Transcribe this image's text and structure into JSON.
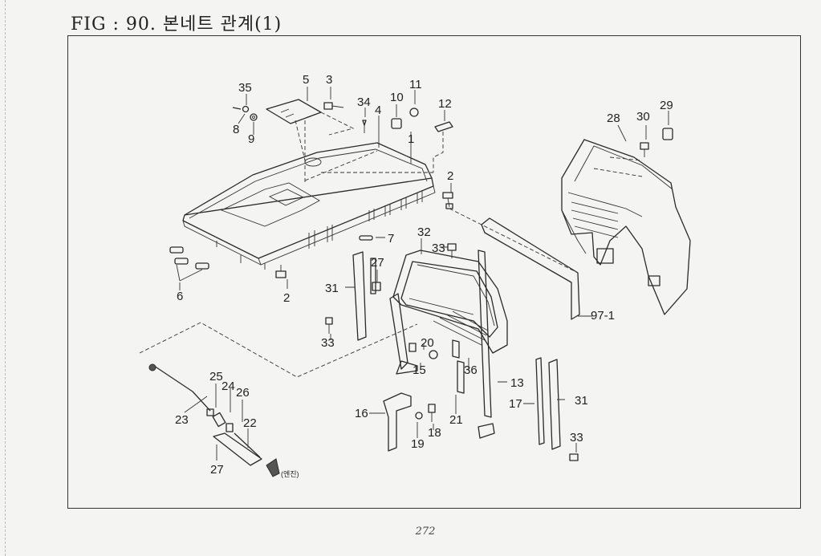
{
  "title": "FIG : 90. 본네트 관계(1)",
  "page_number": "272",
  "engine_label": "(엔진)",
  "callouts": {
    "c35": "35",
    "c5": "5",
    "c3": "3",
    "c34": "34",
    "c10": "10",
    "c11": "11",
    "c8": "8",
    "c9": "9",
    "c4": "4",
    "c1": "1",
    "c12": "12",
    "c2a": "2",
    "c28": "28",
    "c30": "30",
    "c29": "29",
    "c7": "7",
    "c6": "6",
    "c2b": "2",
    "c32": "32",
    "c33a": "33",
    "c27a": "27",
    "c31a": "31",
    "c33b": "33",
    "c20": "20",
    "c15": "15",
    "c36": "36",
    "c97": "97-1",
    "c13": "13",
    "c25": "25",
    "c24": "24",
    "c26": "26",
    "c23": "23",
    "c22": "22",
    "c27b": "27",
    "c16": "16",
    "c19": "19",
    "c18": "18",
    "c21": "21",
    "c17": "17",
    "c31b": "31",
    "c33c": "33"
  }
}
